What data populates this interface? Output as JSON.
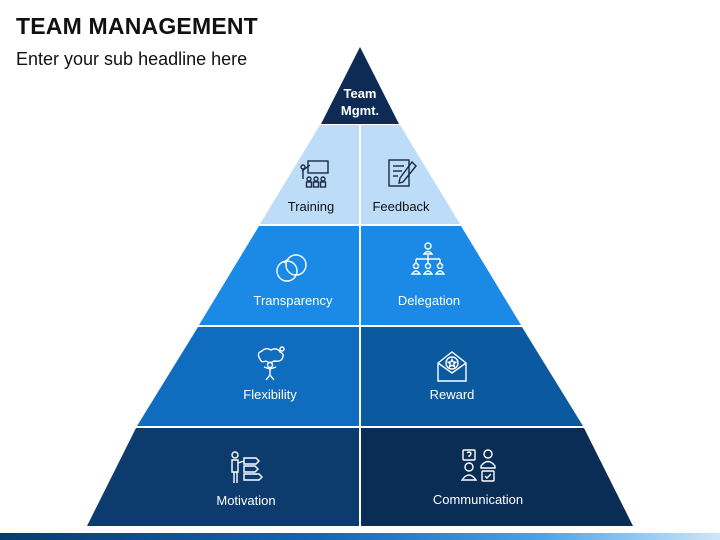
{
  "header": {
    "title": "TEAM MANAGEMENT",
    "subtitle": "Enter your sub headline here"
  },
  "pyramid": {
    "apex": {
      "line1": "Team",
      "line2": "Mgmt.",
      "color": "#0d2b55"
    },
    "levels": [
      {
        "name": "tier-1",
        "left": {
          "label": "Training",
          "icon": "training-icon",
          "color": "#bcdcf8",
          "text_color": "#111111"
        },
        "right": {
          "label": "Feedback",
          "icon": "feedback-icon",
          "color": "#bcdcf8",
          "text_color": "#111111"
        }
      },
      {
        "name": "tier-2",
        "left": {
          "label": "Transparency",
          "icon": "transparency-icon",
          "color": "#1a8ae6",
          "text_color": "#ffffff"
        },
        "right": {
          "label": "Delegation",
          "icon": "delegation-icon",
          "color": "#1a8ae6",
          "text_color": "#ffffff"
        }
      },
      {
        "name": "tier-3",
        "left": {
          "label": "Flexibility",
          "icon": "flexibility-icon",
          "color": "#0f6cbf",
          "text_color": "#ffffff"
        },
        "right": {
          "label": "Reward",
          "icon": "reward-icon",
          "color": "#0b5aa0",
          "text_color": "#ffffff"
        }
      },
      {
        "name": "tier-4",
        "left": {
          "label": "Motivation",
          "icon": "motivation-icon",
          "color": "#0d3b6e",
          "text_color": "#ffffff"
        },
        "right": {
          "label": "Communication",
          "icon": "communication-icon",
          "color": "#0a2d55",
          "text_color": "#ffffff"
        }
      }
    ]
  }
}
